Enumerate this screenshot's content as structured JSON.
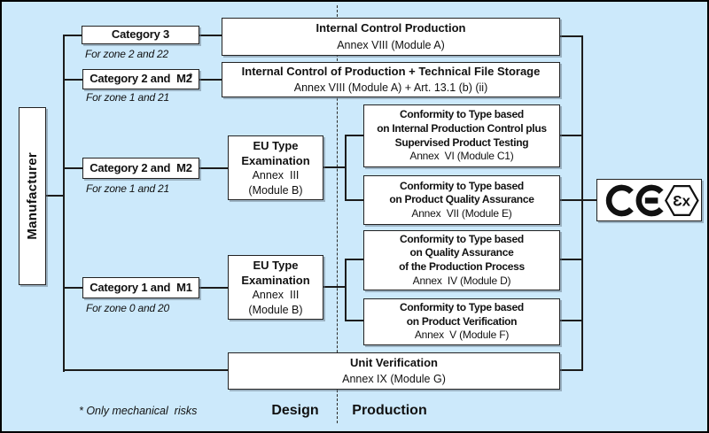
{
  "colors": {
    "background": "#cce9fb",
    "box_fill": "#ffffff",
    "box_border": "#222222",
    "line": "#1c1c1c"
  },
  "manufacturer": {
    "label": "Manufacturer"
  },
  "categories": [
    {
      "label": "Category 3",
      "star": "",
      "zone": "For zone 2 and 22"
    },
    {
      "label": "Category 2 and  M2",
      "star": "*",
      "zone": "For zone 1 and 21"
    },
    {
      "label": "Category 2 and  M2",
      "star": "",
      "zone": "For zone 1 and 21"
    },
    {
      "label": "Category 1 and  M1",
      "star": "",
      "zone": "For zone 0 and 20"
    }
  ],
  "internal_control": [
    {
      "title": "Internal Control Production",
      "subtitle": "Annex VIII (Module A)"
    },
    {
      "title": "Internal Control of Production + Technical File Storage",
      "subtitle": "Annex VIII (Module A) + Art. 13.1 (b) (ii)"
    }
  ],
  "eu_type": {
    "line1": "EU Type",
    "line2": "Examination",
    "line3": "Annex  III",
    "line4": "(Module B)"
  },
  "conformity": [
    {
      "bold_lines": [
        "Conformity to Type based",
        "on Internal Production Control plus",
        "Supervised Product Testing"
      ],
      "annex": "Annex  VI (Module C1)"
    },
    {
      "bold_lines": [
        "Conformity to Type based",
        "on Product Quality Assurance"
      ],
      "annex": "Annex  VII (Module E)"
    },
    {
      "bold_lines": [
        "Conformity to Type based",
        "on Quality Assurance",
        "of the Production Process"
      ],
      "annex": "Annex  IV (Module D)"
    },
    {
      "bold_lines": [
        "Conformity to Type based",
        "on Product Verification"
      ],
      "annex": "Annex  V (Module F)"
    }
  ],
  "unit_verification": {
    "title": "Unit Verification",
    "subtitle": "Annex IX (Module G)"
  },
  "marking": {
    "ex_text": "Ɛx"
  },
  "footer": {
    "note": "* Only mechanical  risks",
    "design": "Design",
    "production": "Production"
  }
}
